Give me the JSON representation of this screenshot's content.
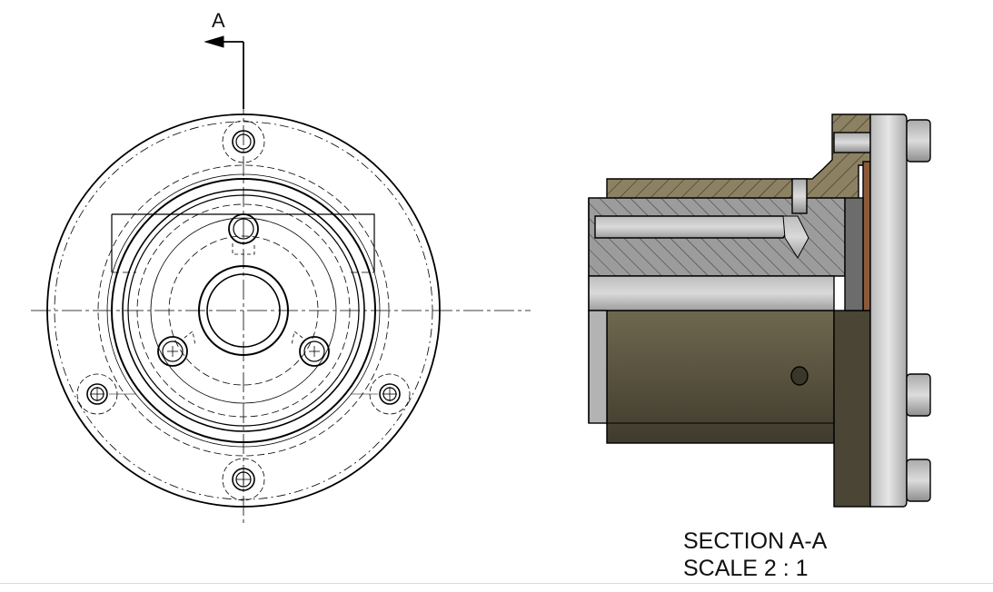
{
  "cut_plane_label": "A",
  "section_title": "SECTION A-A",
  "section_scale": "SCALE 2 : 1",
  "colors": {
    "line": "#000000",
    "body_bronze": "#4f4a3a",
    "body_bronze_light": "#8a8468",
    "hatch_fill_bronze": "#8c8162",
    "hatch_fill_grey": "#9c9c9c",
    "flange_grey": "#c7c7c7",
    "gasket_copper": "#8a5a3a"
  }
}
